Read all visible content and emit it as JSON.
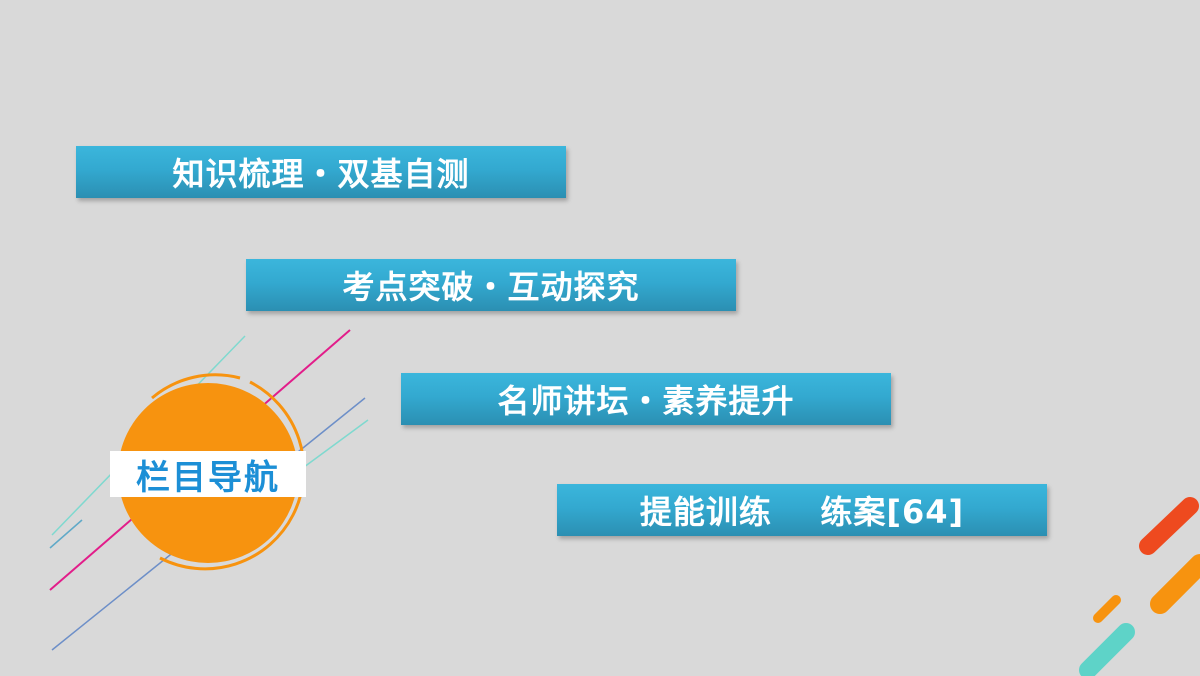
{
  "nav": {
    "badge_label": "栏目导航",
    "items": [
      {
        "label": "知识梳理・双基自测"
      },
      {
        "label": "考点突破・互动探究"
      },
      {
        "label": "名师讲坛・素养提升"
      },
      {
        "label": "提能训练    练案[64]"
      }
    ]
  },
  "colors": {
    "background": "#d9d9d9",
    "button_blue": "#33a9d0",
    "badge_orange": "#f7930f",
    "badge_text_blue": "#1c8fd6",
    "accent_magenta": "#e21d8a",
    "accent_teal": "#5ed3c8",
    "accent_red": "#ee4a1f"
  }
}
